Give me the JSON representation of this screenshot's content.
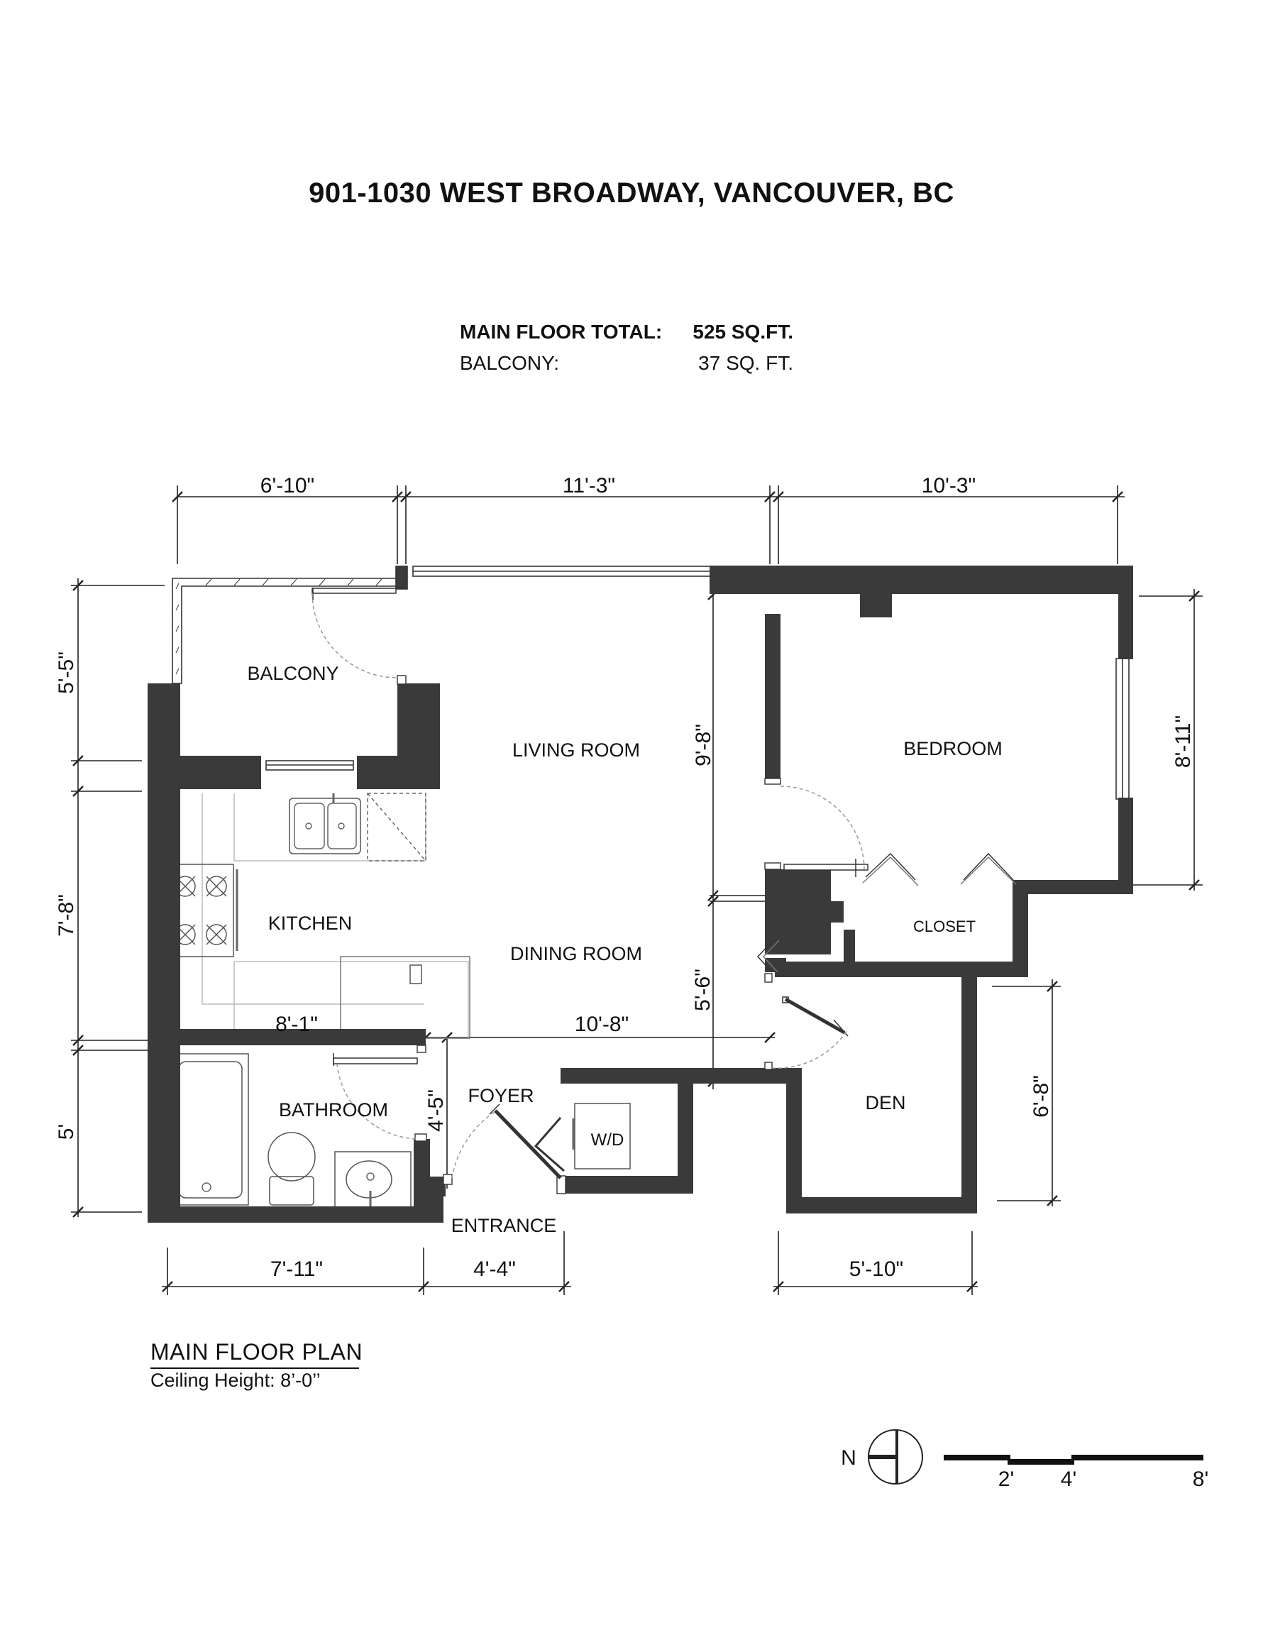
{
  "title": "901-1030 WEST BROADWAY, VANCOUVER, BC",
  "areas": {
    "main_floor_label": "MAIN FLOOR TOTAL:",
    "main_floor_value": "525 SQ.FT.",
    "balcony_label": "BALCONY:",
    "balcony_value": "37 SQ. FT."
  },
  "rooms": {
    "balcony": "BALCONY",
    "living_room": "LIVING ROOM",
    "bedroom": "BEDROOM",
    "kitchen": "KITCHEN",
    "dining_room": "DINING ROOM",
    "closet": "CLOSET",
    "bathroom": "BATHROOM",
    "foyer": "FOYER",
    "den": "DEN",
    "entrance": "ENTRANCE",
    "wd": "W/D"
  },
  "dimensions": {
    "top_left": "6'-10\"",
    "top_mid": "11'-3\"",
    "top_right": "10'-3\"",
    "left_balcony": "5'-5\"",
    "left_kitchen": "7'-8\"",
    "left_bath": "5'",
    "living_height": "9'-8\"",
    "bedroom_height": "8'-11\"",
    "kitchen_width": "8'-1\"",
    "dining_width": "10'-8\"",
    "dining_height": "5'-6\"",
    "foyer_height": "4'-5\"",
    "den_height": "6'-8\"",
    "bottom_left": "7'-11\"",
    "bottom_mid": "4'-4\"",
    "bottom_den": "5'-10\""
  },
  "plan_caption": {
    "name": "MAIN FLOOR PLAN",
    "ceiling": "Ceiling Height: 8’-0’’"
  },
  "north": "N",
  "scale_labels": [
    "2'",
    "4'",
    "8'"
  ]
}
